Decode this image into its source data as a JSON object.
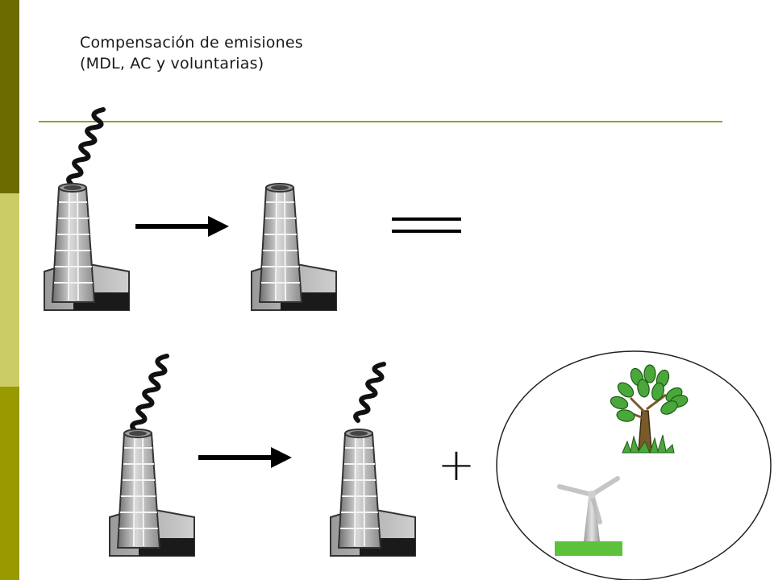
{
  "slide": {
    "title_line1": "Compensación de emisiones",
    "title_line2": "(MDL, AC y voluntarias)"
  },
  "colors": {
    "sidebar_dark": "#6b6b00",
    "sidebar_light": "#cccc66",
    "sidebar_mid": "#999900",
    "rule": "#9b9b33",
    "tree_leaf": "#4aa83a",
    "grass": "#5cc23c",
    "turbine": "#bbbbbb"
  },
  "diagram": {
    "row1": [
      "chimney-with-smoke",
      "arrow",
      "chimney-no-smoke",
      "equals"
    ],
    "row2": [
      "chimney-with-smoke",
      "arrow",
      "chimney-less-smoke",
      "plus",
      "offset-circle"
    ],
    "offset_circle_contents": [
      "tree-icon",
      "wind-turbine-icon"
    ],
    "plus_symbol": "+"
  }
}
